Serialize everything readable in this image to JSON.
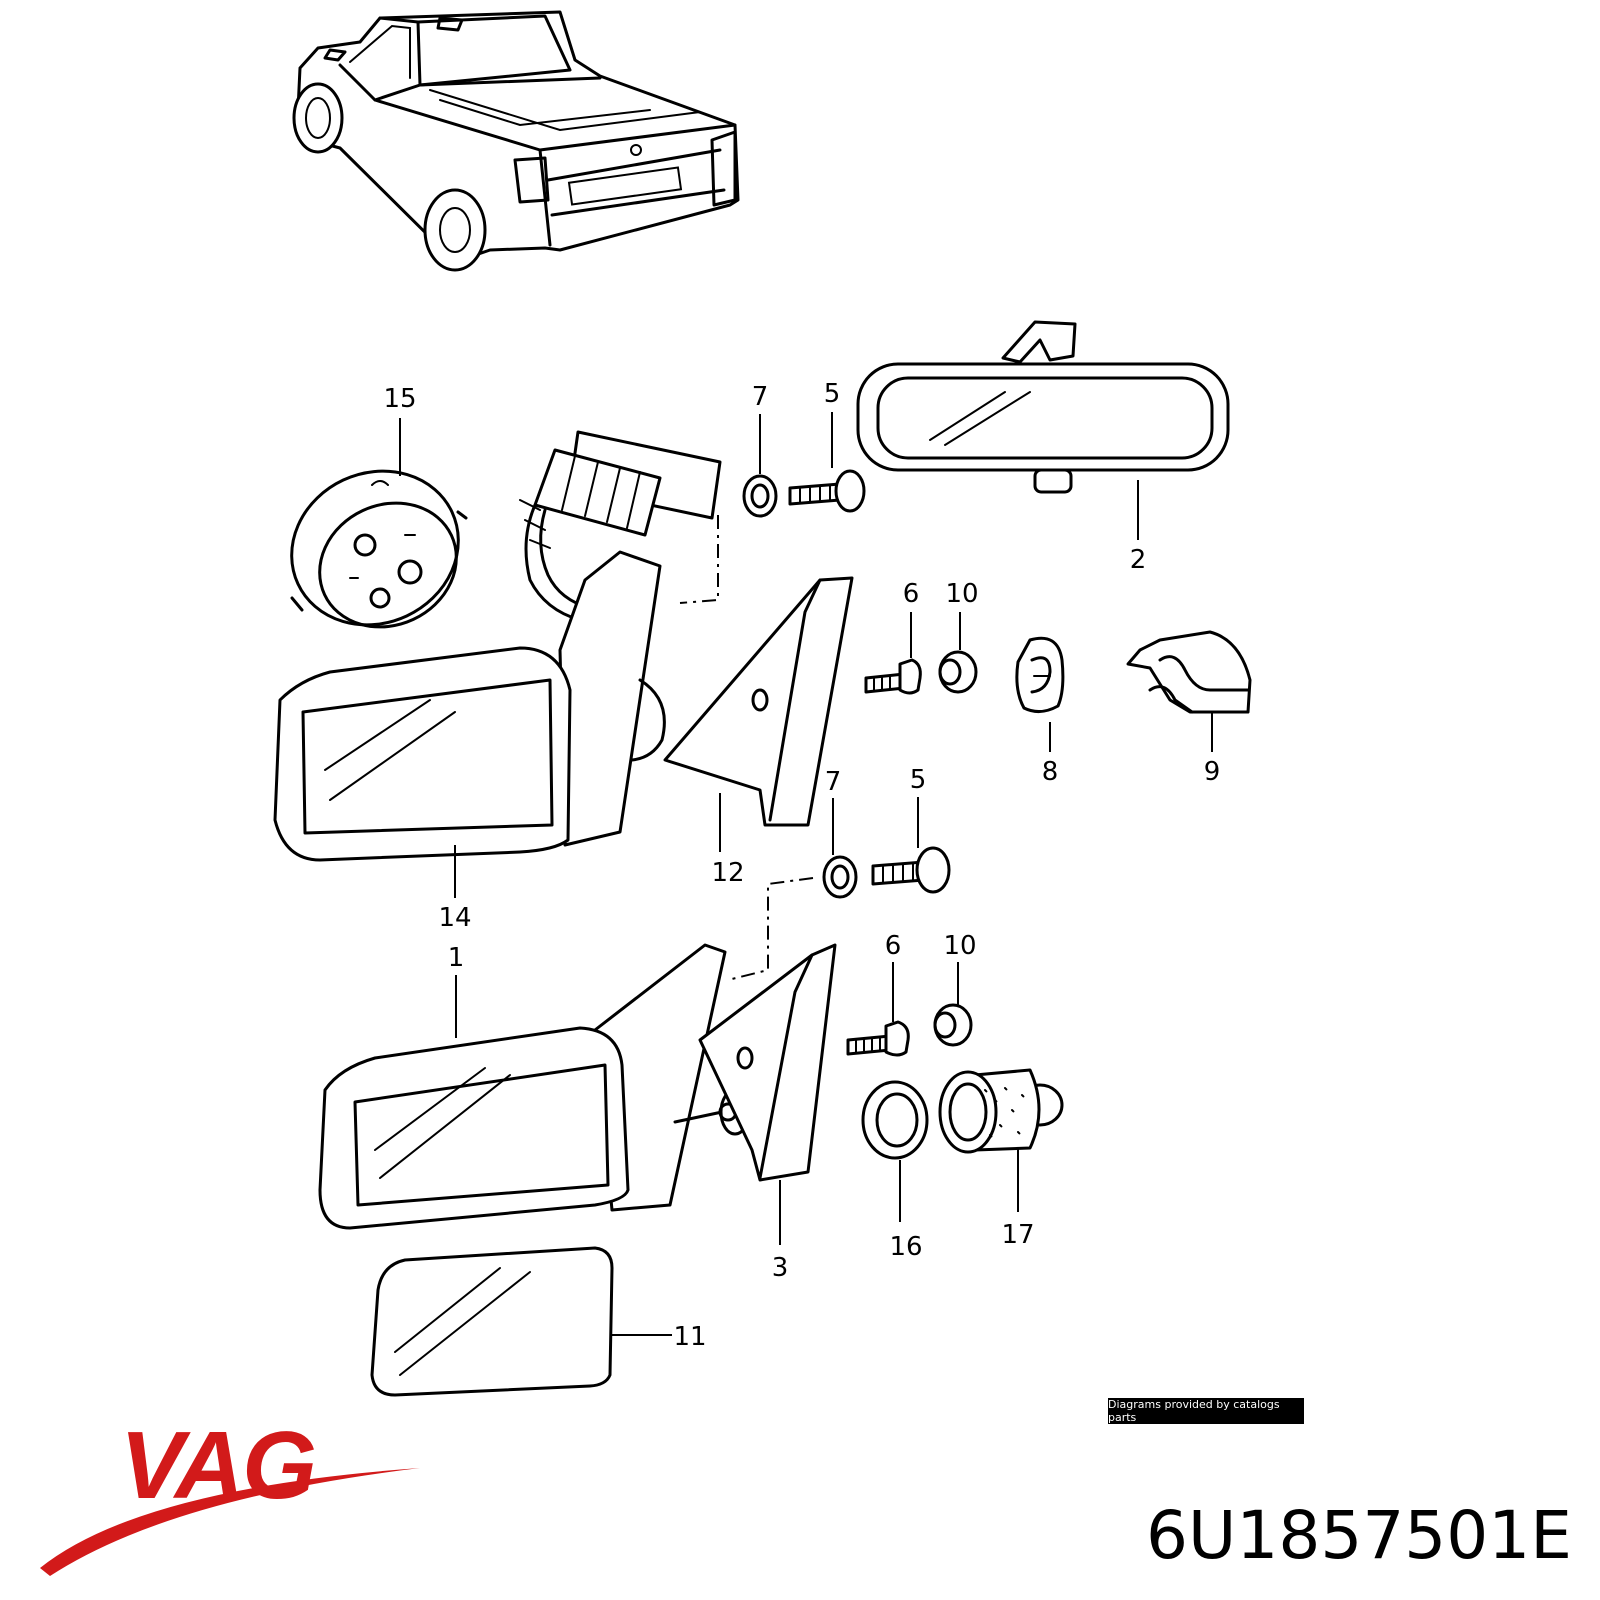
{
  "callouts": {
    "c1": "1",
    "c2": "2",
    "c3": "3",
    "c5a": "5",
    "c5b": "5",
    "c6a": "6",
    "c6b": "6",
    "c7a": "7",
    "c7b": "7",
    "c8": "8",
    "c9": "9",
    "c10a": "10",
    "c10b": "10",
    "c11": "11",
    "c12": "12",
    "c14": "14",
    "c15": "15",
    "c16": "16",
    "c17": "17"
  },
  "credit": "Diagrams provided by catalogs parts",
  "brand": {
    "name": "VAG",
    "color": "#d21a1a"
  },
  "part_number": "6U1857501E"
}
